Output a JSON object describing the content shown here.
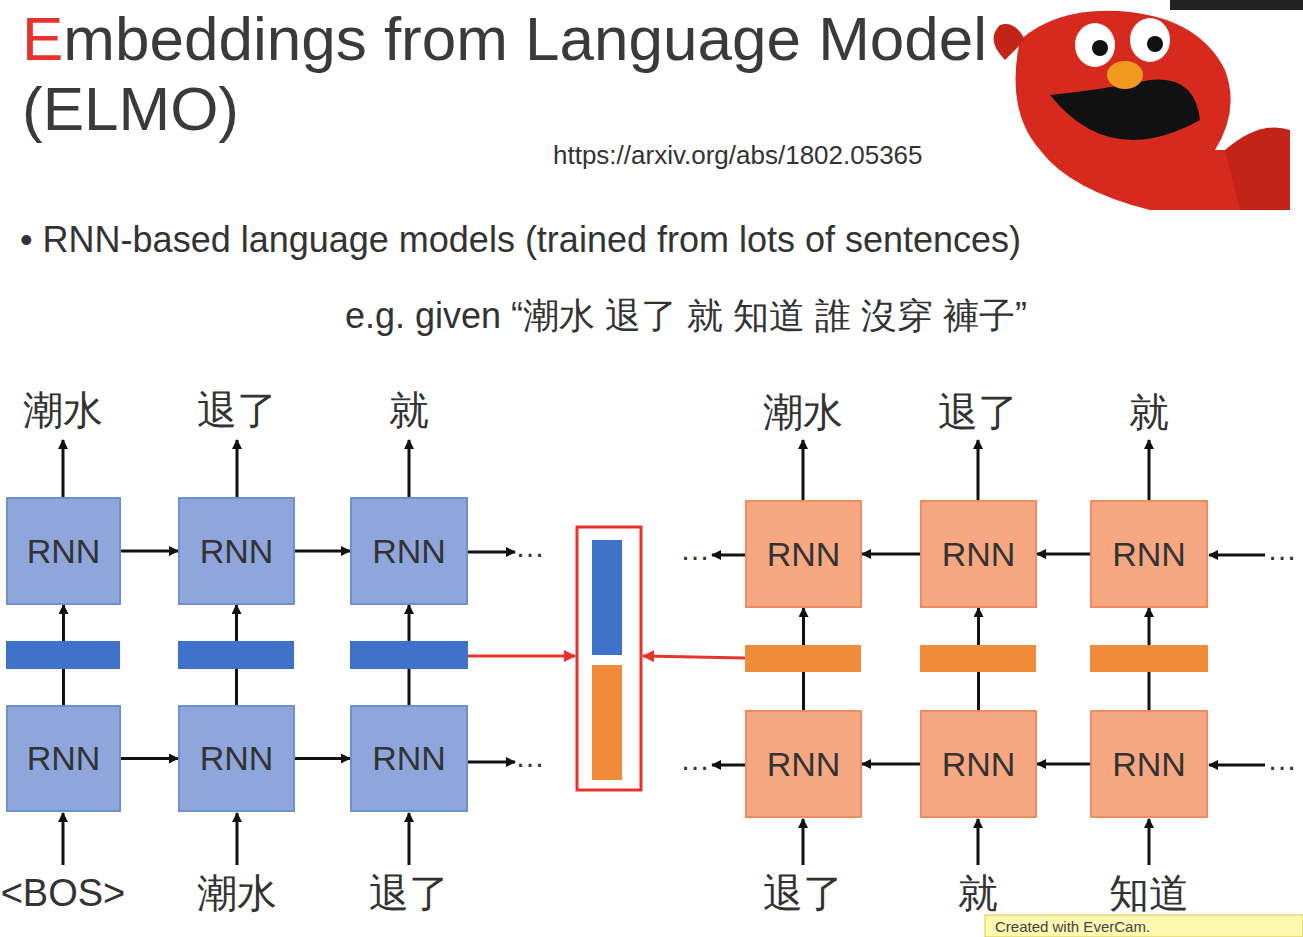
{
  "diagram": {
    "title": "Embeddings from Language Model (ELMO)",
    "nodes": [
      {
        "text": [
          "RNN"
        ]
      },
      {
        "text": [
          "RNN"
        ]
      },
      {
        "text": [
          "RNN"
        ]
      },
      {
        "text": [
          "RNN"
        ]
      },
      {
        "text": [
          "RNN"
        ]
      },
      {
        "text": [
          "RNN"
        ]
      },
      {
        "text": [
          "RNN"
        ]
      },
      {
        "text": [
          "RNN"
        ]
      },
      {
        "text": [
          "RNN"
        ]
      },
      {
        "text": [
          "RNN"
        ]
      },
      {
        "text": [
          "RNN"
        ]
      },
      {
        "text": [
          "RNN"
        ]
      }
    ],
    "edges": [
      {
        "from": 0,
        "to": 1,
        "arrow": "to"
      },
      {
        "from": 1,
        "to": 2,
        "arrow": "to"
      },
      {
        "from": 4,
        "to": 3,
        "arrow": "to"
      },
      {
        "from": 5,
        "to": 4,
        "arrow": "to"
      },
      {
        "from": 6,
        "to": 7,
        "arrow": "to"
      },
      {
        "from": 7,
        "to": 8,
        "arrow": "to"
      },
      {
        "from": 10,
        "to": 9,
        "arrow": "to"
      },
      {
        "from": 11,
        "to": 10,
        "arrow": "to"
      },
      {
        "from": 6,
        "to": 0,
        "arrow": "to"
      },
      {
        "from": 7,
        "to": 1,
        "arrow": "to"
      },
      {
        "from": 8,
        "to": 2,
        "arrow": "to"
      },
      {
        "from": 9,
        "to": 3,
        "arrow": "to"
      },
      {
        "from": 10,
        "to": 4,
        "arrow": "to"
      },
      {
        "from": 11,
        "to": 5,
        "arrow": "to"
      }
    ],
    "labels": [
      "https://arxiv.org/abs/1802.05365",
      "• RNN-based language models (trained from lots of sentences)",
      "e.g. given “潮水 退了 就 知道 誰 沒穿 褲子”",
      "潮水",
      "退了",
      "就",
      "潮水",
      "退了",
      "就",
      "…",
      "…",
      "…",
      "…",
      "…",
      "…",
      "<BOS>",
      "潮水",
      "退了",
      "退了",
      "就",
      "知道",
      "Created with EverCam."
    ]
  }
}
